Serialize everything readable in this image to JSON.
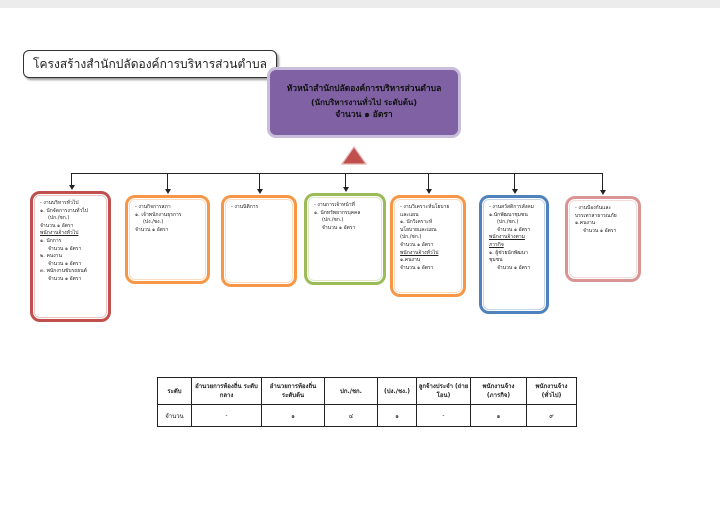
{
  "title": "โครงสร้างสำนักปลัดองค์การบริหารส่วนตำบล",
  "head": {
    "line1": "หัวหน้าสำนักปลัดองค์การบริหารส่วนตำบล",
    "line2": "(นักบริหารงานทั่วไป ระดับต้น)",
    "line3": "จำนวน ๑ อัตรา"
  },
  "colors": {
    "head_fill": "#8061a4",
    "head_border": "#c9bddc",
    "triangle": "#c0504d",
    "box1": "#c0504d",
    "box2": "#f79646",
    "box3": "#f79646",
    "box4": "#9bbb59",
    "box5": "#f79646",
    "box6": "#4f81bd",
    "box7": "#d99594"
  },
  "units": [
    {
      "lines": [
        "- งานบริหารทั่วไป",
        "๑. นักจัดการงานทั่วไป",
        "     (ปก./ชก.)",
        "จำนวน ๑ อัตรา",
        "พนักงานจ้างทั่วไป",
        "๑. นักการ",
        "     จำนวน ๑ อัตรา",
        "๒. คนงาน",
        "     จำนวน ๑ อัตรา",
        "๓. พนักงานขับรถยนต์",
        "     จำนวน ๑ อัตรา"
      ]
    },
    {
      "lines": [
        "- งานกิจการสภา",
        "๑. เจ้าพนักงานธุรการ",
        "     (ปง./ชง.)",
        "จำนวน ๑ อัตรา"
      ]
    },
    {
      "lines": [
        "- งานนิติการ"
      ]
    },
    {
      "lines": [
        "- งานการเจ้าหน้าที่",
        "๑. นักทรัพยากรบุคคล",
        "     (ปก./ชก.)",
        "     จำนวน ๑ อัตรา"
      ]
    },
    {
      "lines": [
        "- งานวิเคราะห์นโยบาย",
        "และแผน",
        "๑. นักวิเคราะห์",
        "นโยบายและแผน",
        "(ปก./ชก.)",
        "จำนวน ๑ อัตรา",
        "พนักงานจ้างทั่วไป",
        "๑.คนงาน",
        "จำนวน ๑ อัตรา"
      ]
    },
    {
      "lines": [
        "- งานสวัสดิการสังคม",
        "๑.นักพัฒนาชุมชน",
        "     (ปก./ชก.)",
        "     จำนวน ๑ อัตรา",
        "พนักงานจ้างตาม",
        "ภารกิจ",
        "๑. ผู้ช่วยนักพัฒนา",
        "ชุมชน",
        "     จำนวน ๑ อัตรา"
      ]
    },
    {
      "lines": [
        "- งานป้องกันและ",
        "บรรเทาสาธารณภัย",
        "๑.คนงาน",
        "     จำนวน ๑ อัตรา"
      ]
    }
  ],
  "table": {
    "headers": [
      "ระดับ",
      "อำนวยการท้องถิ่น ระดับกลาง",
      "อำนวยการท้องถิ่น ระดับต้น",
      "ปก./ชก.",
      "(ปง./ชง.)",
      "ลูกจ้างประจำ (ถ่ายโอน)",
      "พนักงานจ้าง (ภารกิจ)",
      "พนักงานจ้าง (ทั่วไป)"
    ],
    "row_label": "จำนวน",
    "values": [
      "-",
      "๑",
      "๔",
      "๑",
      "-",
      "๑",
      "๙"
    ]
  }
}
